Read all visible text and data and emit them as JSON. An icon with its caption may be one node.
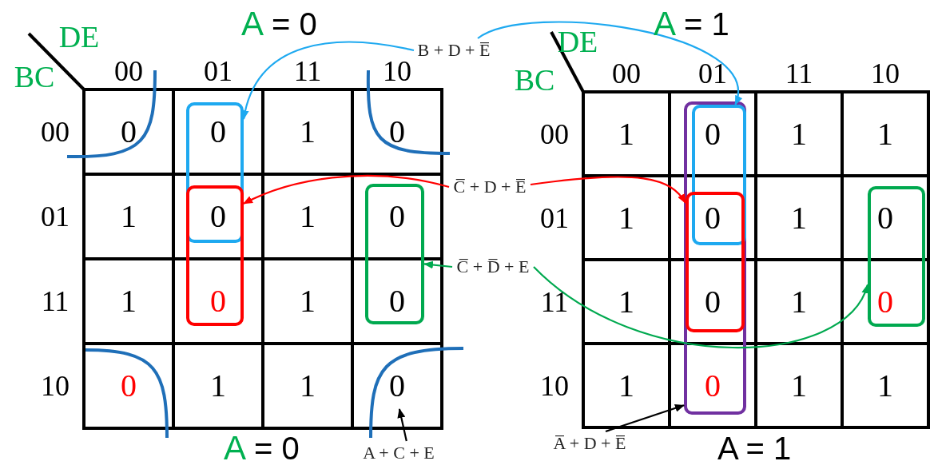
{
  "diagram": {
    "nodes": [
      {
        "text": [
          "B + D + E̅"
        ]
      },
      {
        "text": [],
        "shape": "box"
      },
      {
        "text": [],
        "shape": "box",
        "in": 14
      },
      {
        "text": [
          "C̅ + D + E̅"
        ]
      },
      {
        "text": [],
        "shape": "box"
      },
      {
        "text": [],
        "shape": "box",
        "in": 14
      },
      {
        "text": [
          "C̅ + D̅ + E"
        ]
      },
      {
        "text": [],
        "shape": "box"
      },
      {
        "text": [],
        "shape": "box"
      },
      {
        "text": [],
        "shape": "arc"
      },
      {
        "text": [],
        "shape": "arc"
      },
      {
        "text": [],
        "shape": "arc"
      },
      {
        "text": [],
        "shape": "arc"
      },
      {
        "text": [
          "A + C + E"
        ]
      },
      {
        "text": [],
        "shape": "box"
      },
      {
        "text": [
          "A̅ + D + E̅"
        ]
      }
    ],
    "edges": [
      {
        "from": 0,
        "to": 1,
        "arrow": "to",
        "color": "#1ea9f0"
      },
      {
        "from": 0,
        "to": 2,
        "arrow": "to",
        "color": "#1ea9f0"
      },
      {
        "from": 3,
        "to": 4,
        "arrow": "to",
        "color": "#ff0000"
      },
      {
        "from": 3,
        "to": 5,
        "arrow": "to",
        "color": "#ff0000"
      },
      {
        "from": 6,
        "to": 7,
        "arrow": "to",
        "color": "#00a94f"
      },
      {
        "from": 6,
        "to": 8,
        "arrow": "to",
        "color": "#00a94f"
      },
      {
        "from": 13,
        "to": 12,
        "arrow": "to",
        "color": "#000000"
      },
      {
        "from": 15,
        "to": 14,
        "arrow": "to",
        "color": "#000000"
      }
    ],
    "labels": [
      "A",
      "= 0",
      "DE",
      "BC",
      "00",
      "01",
      "11",
      "10",
      "00",
      "01",
      "11",
      "10",
      "0",
      "0",
      "1",
      "0",
      "1",
      "0",
      "1",
      "0",
      "1",
      "0",
      "1",
      "0",
      "0",
      "1",
      "1",
      "0",
      "A",
      "= 0",
      "A",
      "= 1",
      "DE",
      "BC",
      "00",
      "01",
      "11",
      "10",
      "00",
      "01",
      "11",
      "10",
      "1",
      "0",
      "1",
      "1",
      "1",
      "0",
      "1",
      "0",
      "1",
      "0",
      "1",
      "0",
      "1",
      "0",
      "1",
      "1",
      "A = 1"
    ]
  }
}
